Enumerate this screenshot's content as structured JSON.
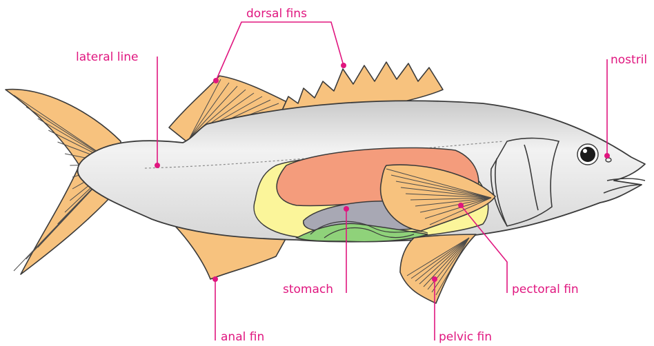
{
  "diagram": {
    "labels": {
      "dorsal_fins": "dorsal fins",
      "lateral_line": "lateral line",
      "nostril": "nostril",
      "stomach": "stomach",
      "pectoral_fin": "pectoral fin",
      "anal_fin": "anal fin",
      "pelvic_fin": "pelvic fin"
    },
    "colors": {
      "label": "#e0167f",
      "fin": "#f7c27e",
      "body": "#d9d9d9",
      "liver": "#f49c7c",
      "fat": "#fbf59a",
      "stomach": "#a8a8b4",
      "intestine": "#8fd27a"
    }
  }
}
